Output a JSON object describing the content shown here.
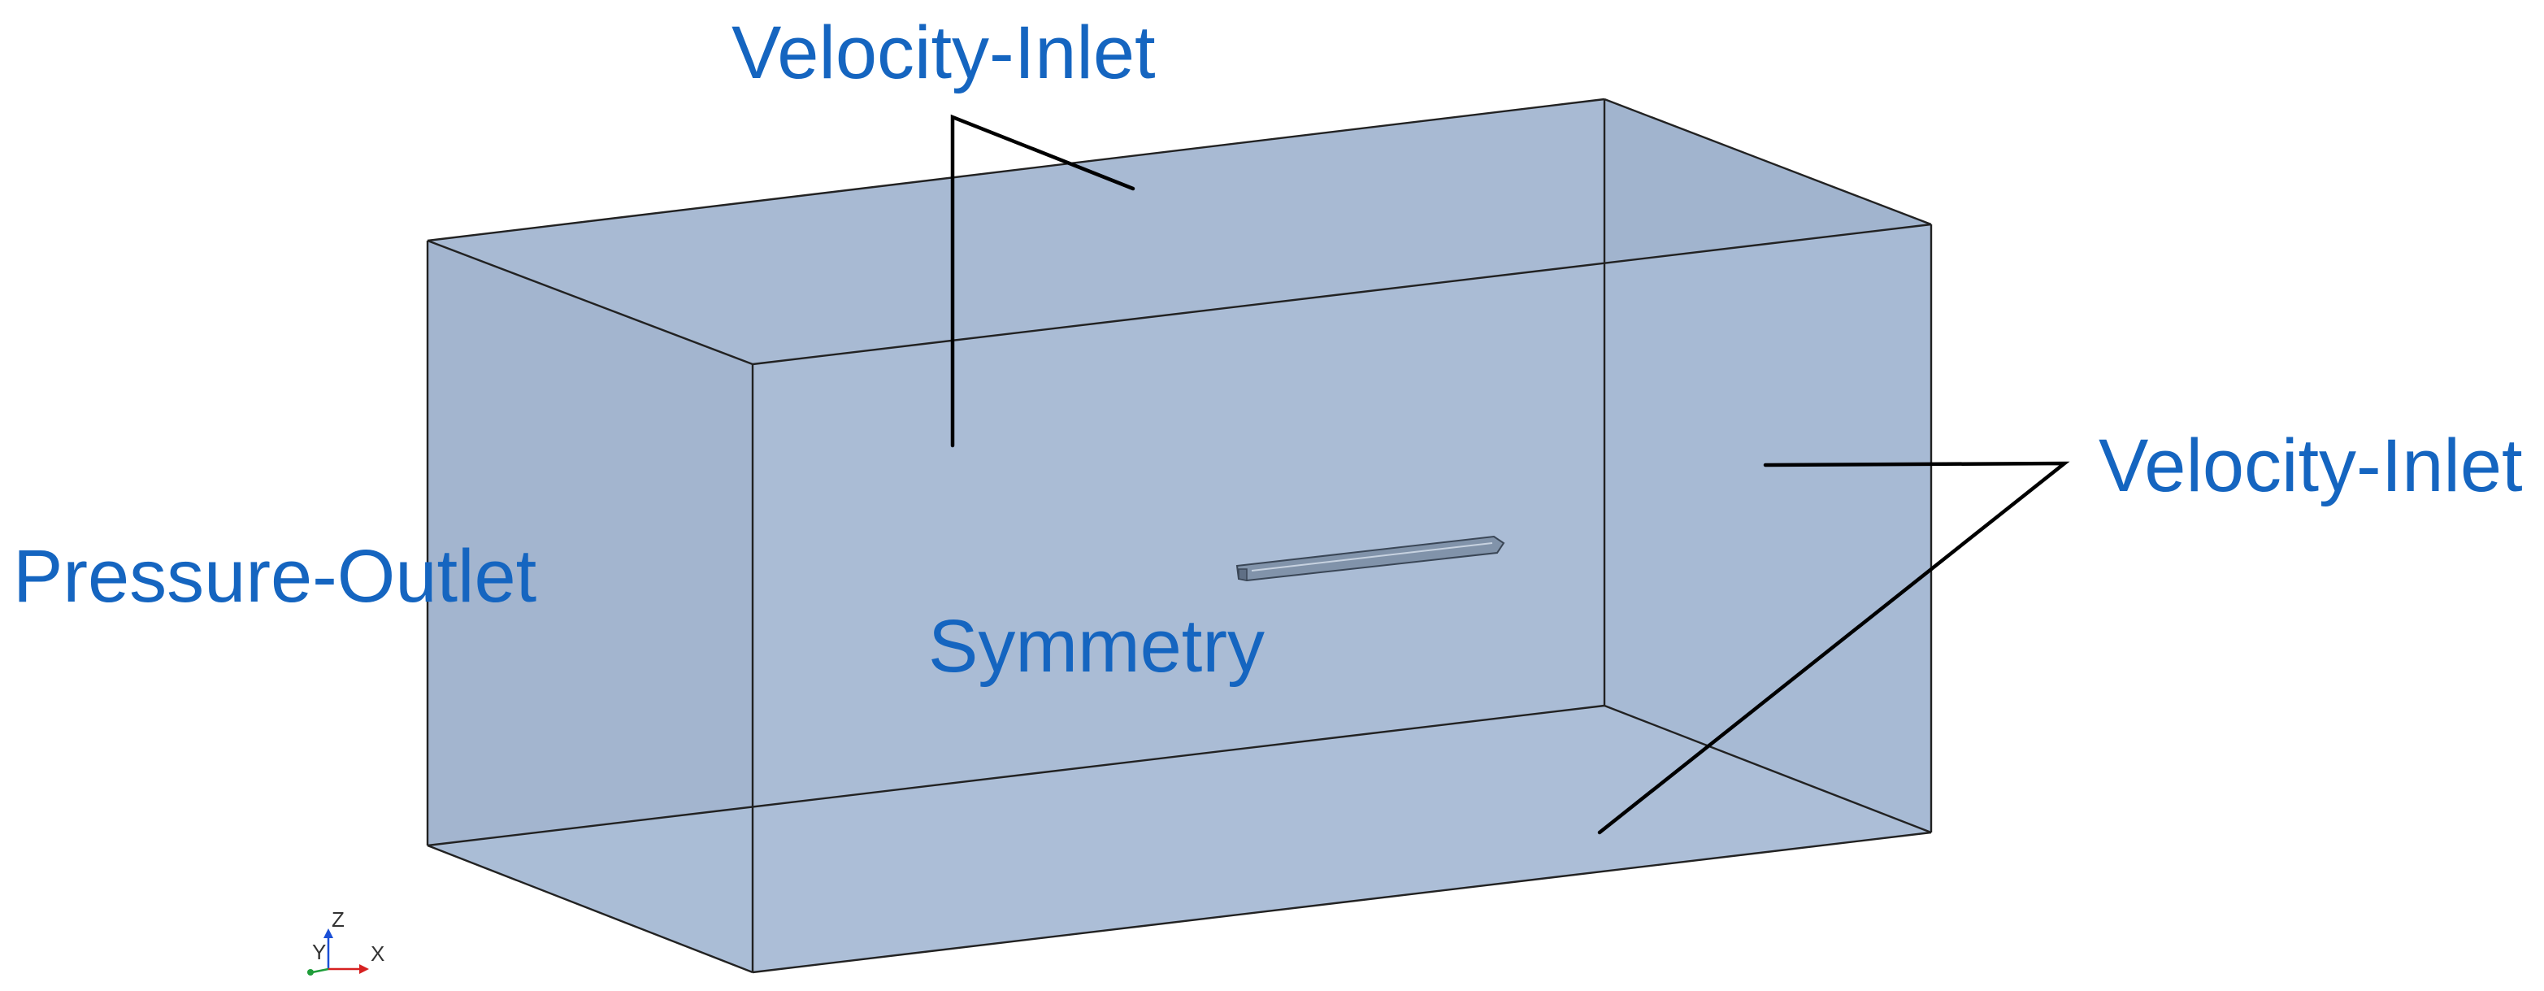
{
  "labels": {
    "top": "Velocity-Inlet",
    "right": "Velocity-Inlet",
    "left": "Pressure-Outlet",
    "center": "Symmetry"
  },
  "axes": {
    "z": "Z",
    "y": "Y",
    "x": "X"
  },
  "colors": {
    "label": "#1565c0",
    "domain_fill": "#a9bcd6",
    "edge": "#222222",
    "leader": "#000000",
    "wing": "#8193aa"
  }
}
